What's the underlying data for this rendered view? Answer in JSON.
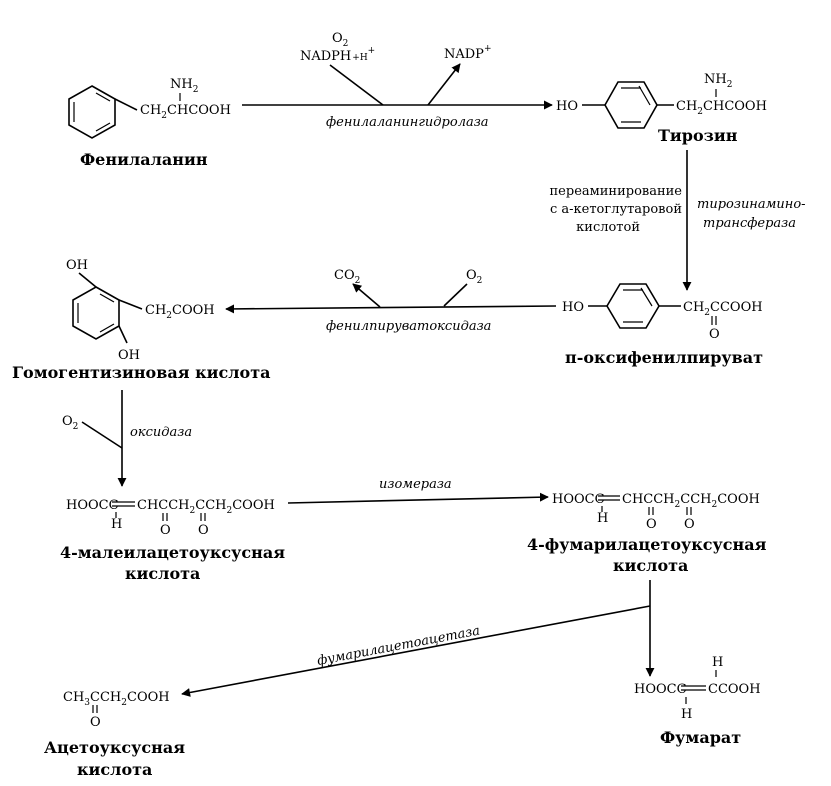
{
  "phenylalanine": {
    "name": "Фенилаланин",
    "nh2": "NH",
    "nh2_sub": "2",
    "chain_a": "CH",
    "chain_sub": "2",
    "chain_b": "CHCOOH"
  },
  "step1": {
    "enzyme": "фенилаланингидролаза",
    "o2": "O",
    "o2_sub": "2",
    "nadph": "NADPH",
    "plus_h": "+H",
    "h_sup": "+",
    "nadp": "NADP",
    "nadp_sup": "+"
  },
  "tyrosine": {
    "name": "Тирозин",
    "ho": "HO",
    "nh2": "NH",
    "nh2_sub": "2",
    "chain_a": "CH",
    "chain_sub": "2",
    "chain_b": "CHCOOH"
  },
  "step2": {
    "note_lines": [
      "переаминирование",
      "с а-кетоглутаровой",
      "кислотой"
    ],
    "enzyme_lines": [
      "тирозинамино-",
      "трансфераза"
    ]
  },
  "hppyruvate": {
    "name": "п-оксифенилпируват",
    "ho": "HO",
    "chain_a": "CH",
    "chain_sub": "2",
    "chain_b": "CCOOH",
    "oxo": "O"
  },
  "step3": {
    "enzyme": "фенилпируватоксидаза",
    "co2": "CO",
    "co2_sub": "2",
    "o2": "O",
    "o2_sub": "2"
  },
  "homogentisate": {
    "name": "Гомогентизиновая кислота",
    "oh_top": "OH",
    "oh_bottom": "OH",
    "chain_a": "CH",
    "chain_sub": "2",
    "chain_b": "COOH"
  },
  "step4": {
    "enzyme": "оксидаза",
    "o2": "O",
    "o2_sub": "2"
  },
  "maleyl": {
    "name_lines": [
      "4-малеилацетоуксусная",
      "кислота"
    ],
    "f1": "HOOCC",
    "f2": "CHCCH",
    "sub": "2",
    "f3": "CCH",
    "f4": "COOH",
    "h": "H",
    "o1": "O",
    "o2": "O"
  },
  "step5": {
    "enzyme": "изомераза"
  },
  "fumaryl": {
    "name_lines": [
      "4-фумарилацетоуксусная",
      "кислота"
    ],
    "f1": "HOOCC",
    "f2": "CHCCH",
    "sub": "2",
    "f3": "CCH",
    "f4": "COOH",
    "h": "H",
    "o1": "O",
    "o2": "O"
  },
  "step6": {
    "enzyme": "фумарилацетоацетаза"
  },
  "acetoacetate": {
    "name_lines": [
      "Ацетоуксусная",
      "кислота"
    ],
    "f1": "CH",
    "sub": "3",
    "f2": "CCH",
    "sub2": "2",
    "f3": "COOH",
    "oxo": "O"
  },
  "fumarate": {
    "name": "Фумарат",
    "f1": "HOOCC",
    "f2": "CCOOH",
    "h_top": "H",
    "h_bottom": "H"
  }
}
